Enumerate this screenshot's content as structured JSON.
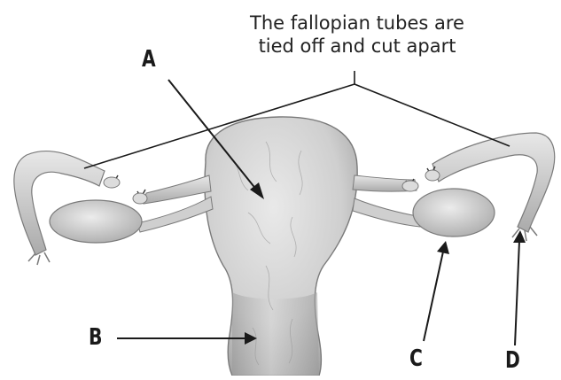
{
  "caption": {
    "line1": "The fallopian tubes are",
    "line2": "tied off and cut apart"
  },
  "labels": {
    "a": "A",
    "b": "B",
    "c": "C",
    "d": "D"
  },
  "colors": {
    "tissue_fill": "#d8d8d8",
    "tissue_shade": "#a9a9a9",
    "outline": "#6e6e6e",
    "ink": "#1a1a1a"
  }
}
